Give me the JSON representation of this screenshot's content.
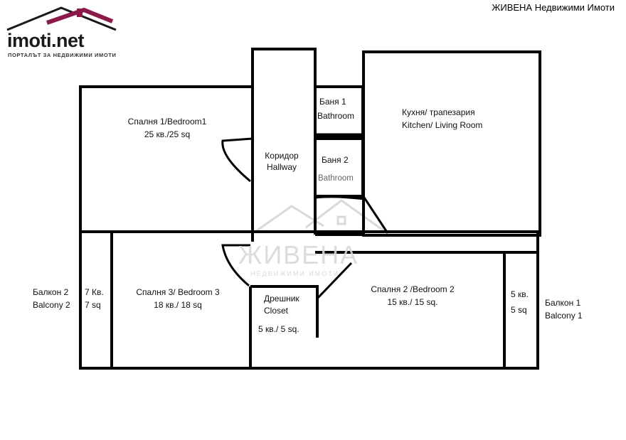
{
  "brand": {
    "logo_word": "imoti",
    "logo_tld": ".net",
    "tagline": "ПОРТАЛЪТ ЗА НЕДВИЖИМИ ИМОТИ",
    "agency": "ЖИВЕНА Недвижими Имоти",
    "watermark": "ЖИВЕНА",
    "watermark_sub": "НЕДВИЖИМИ ИМОТИ",
    "colors": {
      "roof": "#8b1a4a",
      "watermark": "#d9d9d9",
      "wall": "#000000"
    }
  },
  "rooms": {
    "bedroom1": {
      "name": "Спалня 1/Bedroom1",
      "area": "25 кв./25 sq"
    },
    "hallway": {
      "name_bg": "Коридор",
      "name_en": "Hallway"
    },
    "bath1": {
      "name_bg": "Баня 1",
      "name_en": "Bathroom"
    },
    "bath2": {
      "name_bg": "Баня 2",
      "name_en": "Bathroom"
    },
    "kitchen": {
      "name_bg": "Кухня/ трапезария",
      "name_en": "Kitchen/ Living Room"
    },
    "bedroom3": {
      "name": "Спалня 3/ Bedroom 3",
      "area": "18 кв./ 18 sq"
    },
    "balcony2": {
      "name_bg": "Балкон 2",
      "name_en": "Balcony 2",
      "area_bg": "7 Кв.",
      "area_en": "7 sq"
    },
    "closet": {
      "name_bg": "Дрешник",
      "name_en": "Closet",
      "area": "5 кв./ 5 sq."
    },
    "bedroom2": {
      "name": "Спалня 2 /Bedroom 2",
      "area": "15 кв./ 15 sq."
    },
    "balcony1": {
      "name_bg": "Балкон 1",
      "name_en": "Balcony 1",
      "area_bg": "5 кв.",
      "area_en": "5 sq"
    }
  }
}
